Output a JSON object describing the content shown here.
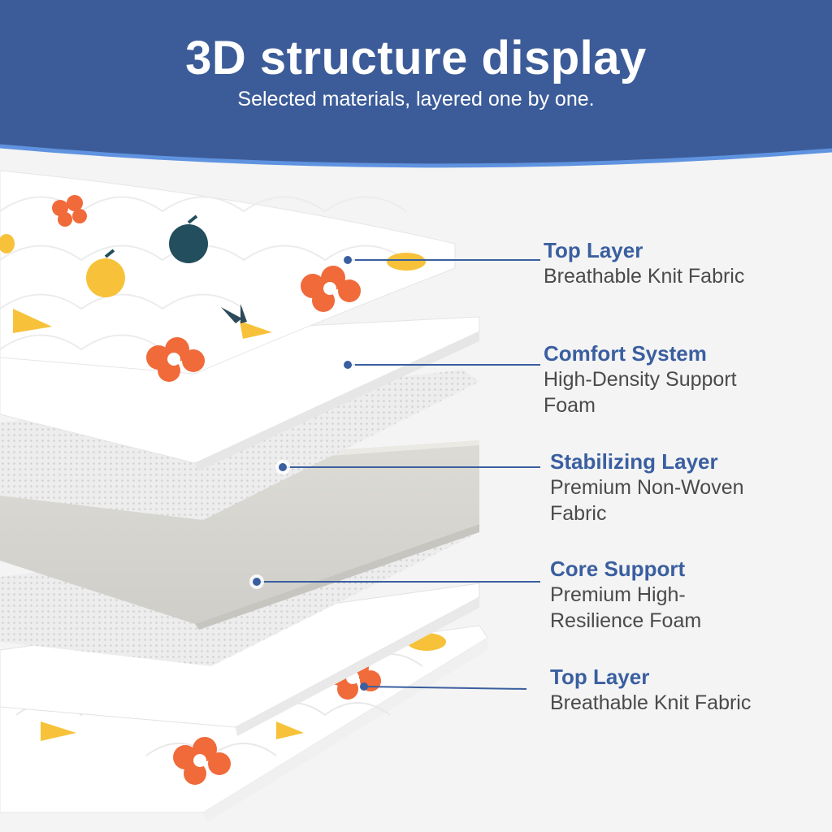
{
  "header": {
    "title": "3D structure display",
    "subtitle": "Selected materials, layered one by one.",
    "colors": {
      "band": "#3c5c99",
      "edge": "#5f93e0",
      "text": "#ffffff"
    }
  },
  "layers": [
    {
      "title": "Top Layer",
      "desc": "Breathable Knit Fabric"
    },
    {
      "title": "Comfort System",
      "desc": "High-Density Support Foam"
    },
    {
      "title": "Stabilizing Layer",
      "desc": "Premium Non-Woven Fabric"
    },
    {
      "title": "Core Support",
      "desc": "Premium High-Resilience Foam"
    },
    {
      "title": "Top Layer",
      "desc": "Breathable Knit Fabric"
    }
  ],
  "colors": {
    "accent": "#3a5fa0",
    "description": "#4a4a4a",
    "fabric": "#ffffff",
    "foam": "#e3e2de",
    "nonwoven": "#ececec"
  }
}
